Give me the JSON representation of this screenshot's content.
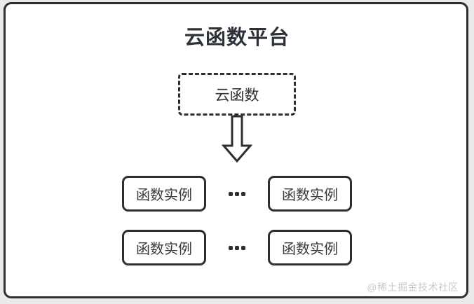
{
  "diagram": {
    "title": "云函数平台",
    "source_node": {
      "label": "云函数"
    },
    "instance_rows": [
      {
        "items": [
          {
            "label": "函数实例"
          },
          {
            "label": "函数实例"
          }
        ]
      },
      {
        "items": [
          {
            "label": "函数实例"
          },
          {
            "label": "函数实例"
          }
        ]
      }
    ],
    "ellipsis": "•••"
  },
  "icons": {
    "arrow": "down-arrow-icon",
    "ellipsis": "ellipsis-icon"
  },
  "watermark": {
    "text": "@稀土掘金技术社区"
  },
  "colors": {
    "page_background": "#e9ebeb",
    "card_background": "#ffffff",
    "stroke": "#2e2e2e",
    "title_text": "#2d3138",
    "node_text": "#333333",
    "watermark_text": "#c8cacc"
  }
}
